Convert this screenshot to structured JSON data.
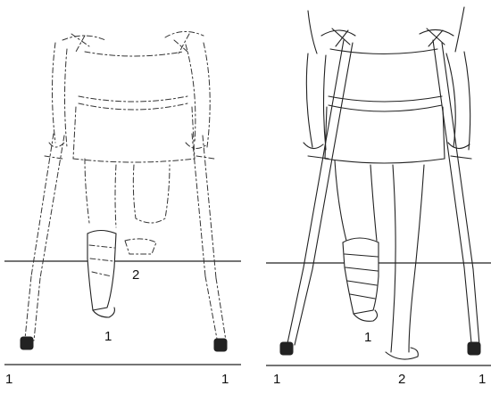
{
  "panels": [
    {
      "id": "left",
      "labels": {
        "step_two": "2",
        "step_one": "1",
        "crutch_left": "1",
        "crutch_right": "1"
      }
    },
    {
      "id": "right",
      "labels": {
        "step_one": "1",
        "crutch_left": "1",
        "foot": "2",
        "crutch_right": "1"
      }
    }
  ],
  "colors": {
    "ink": "#222222",
    "background": "#ffffff"
  }
}
